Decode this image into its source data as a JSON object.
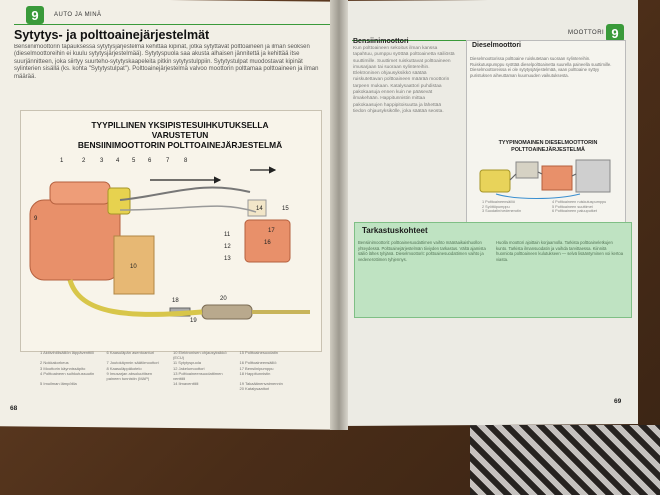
{
  "left_page": {
    "chapter_number": "9",
    "header": "AUTO JA MINÄ",
    "title": "Sytytys- ja polttoainejärjestelmät",
    "body": "Bensiinimoottorin tapauksessa sytytysjärjestelmä kehittää kipinät, jotka sytyttävät polttoaineen ja ilman seoksen (dieselmoottoreihin ei kuulu sytytysjärjestelmää). Sytytyspuola saa akusta alhaisen jännitettä ja kehittää itse suurjännitteen, joka siirtyy suurteho-sytytyskaapeleita pitkin sytytystulppiin. Sytytystulpat muodostavat kipinät sylinterien sisällä (ks. kohta \"Sytytystulpat\"). Polttoainejärjestelmä valvoo moottorin polttamaa polttoaineen ja ilman määrää.",
    "diagram_title_line1": "TYYPILLINEN YKSIPISTESUIHKUTUKSELLA VARUSTETUN",
    "diagram_title_line2": "BENSIINIMOOTTORIN POLTTOAINEJÄRJESTELMÄ",
    "diagram_numbers": [
      "1",
      "2",
      "3",
      "4",
      "5",
      "6",
      "7",
      "8",
      "9",
      "10",
      "11",
      "12",
      "13",
      "14",
      "15",
      "16",
      "17",
      "18",
      "19",
      "20"
    ],
    "legend": [
      "1 Aktiivihiilisäiliön läppäventtiili",
      "2 Nokkakorkeus",
      "3 Moottorin käynnissäpito",
      "4 Polttoaineen suihkutussuutin",
      "5 Imuilman lämpötila",
      "6 Kaasuläpän asentoanturi",
      "7 Joutokäynnin säätömoottori",
      "8 Kaasuläppäkotelo",
      "9 Imusarjan absoluuttisen paineen tunnistin (MAP)",
      "10 Elektronisen ohjausyksikkö (ECU)",
      "11 Sytytyspuola",
      "12 Jakelumoottori",
      "13 Polttoaineensuodattimen venttiili",
      "14 Ilmaventtiili",
      "15 Polttoainesuodatin",
      "16 Polttoaineensäiliö",
      "17 Bensiinipumppu",
      "18 Happitunnistin",
      "19 Takaäänenvaimennin",
      "20 Katalysaattori"
    ],
    "page_number": "68"
  },
  "right_page": {
    "chapter_number": "9",
    "header": "MOOTTORI",
    "left_section_title": "Bensiinimoottori",
    "left_body": "Kun polttoaineen sekoitus ilman kanssa tapahtuu, pumppu syöttää polttoainetta säiliöstä suuttimille. Suuttimet ruiskuttavat polttoaineen imusarjaan tai suoraan sylintereihin. Elektroninen ohjausyksikkö säätää ruiskutettavan polttoaineen määrää moottorin tarpeen mukaan. Katalysaattori puhdistaa pakokaasuja ennen kuin ne pääsevät ilmakehään. Happitunnistin mittaa pakokaasujen happipitoisuutta ja lähettää tiedon ohjausyksikölle, joka säätää seosta.",
    "diesel_title": "Dieselmoottori",
    "diesel_body": "Dieselmoottorissa polttoaine ruiskutetaan suoraan sylintereihin. Ruiskutuspumppu syöttää dieselpolttoainetta suurella paineella suuttimille. Dieselmoottoreissa ei ole sytytysjärjestelmää, vaan polttoaine syttyy puristuksen aiheuttaman kuumuuden vaikutuksesta.",
    "diesel_diagram_line1": "TYYPINOMAINEN DIESELMOOTTORIN",
    "diesel_diagram_line2": "POLTTOAINEJÄRJESTELMÄ",
    "diesel_legend": [
      "1 Polttoaineensäiliö",
      "2 Syöttöpumppu",
      "3 Suodatin/vedenerotin",
      "4 Polttoaineen ruiskutuspumppu",
      "5 Polttoaineen suuttimet",
      "6 Polttoaineen paluuputket"
    ],
    "check_title": "Tarkastuskohteet",
    "check_left": "Bensiinimoottorit: polttoainesuodattimen vaihto määräaikaishuollon yhteydessä. Polttoainejärjestelmän tiiviyden tarkastus. Vältä ajamista säiliö lähes tyhjänä. Dieselmoottorit: polttoainesuodattimen vaihto ja vedenerottimen tyhjennys.",
    "check_right": "Huolla moottori ajoittain korjaamolla. Tarkista polttoaineletkujen kunto. Tarkista ilmansuodatin ja vaihda tarvittaessa. Kiinnitä huomiota polttoaineen kulutukseen — selvä lisääntyminen voi kertoa viasta.",
    "page_number": "69"
  },
  "colors": {
    "accent_green": "#3a9a3a",
    "check_box_green": "#bfe3c2",
    "engine_orange": "#e8906a",
    "pipe_yellow": "#d8c64a"
  }
}
